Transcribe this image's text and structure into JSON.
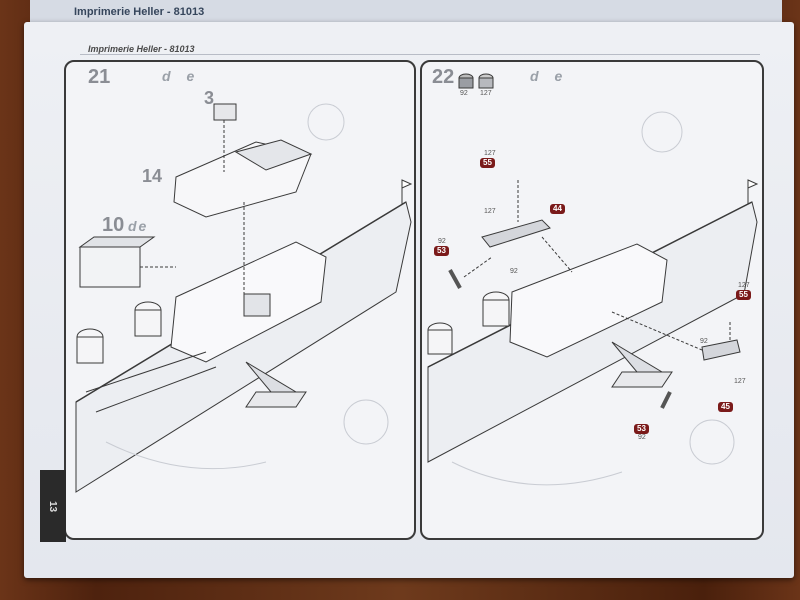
{
  "document": {
    "header_back": "Imprimerie Heller - 81013",
    "header_page": "Imprimerie Heller - 81013",
    "page_number": "13"
  },
  "step21": {
    "number": "21",
    "variants": "d e",
    "callouts": {
      "c3": "3",
      "c14": "14",
      "c10": "10",
      "c10_suffix": "de"
    }
  },
  "step22": {
    "number": "22",
    "variants": "d e",
    "paints": {
      "a": "92",
      "b": "127"
    },
    "labels": {
      "l127a": "127",
      "l55a": "55",
      "l127b": "127",
      "l44": "44",
      "l92a": "92",
      "l53a": "53",
      "l92b": "92",
      "l127c": "127",
      "l55b": "55",
      "l92c": "92",
      "l127d": "127",
      "l45": "45",
      "l53b": "53",
      "l92d": "92"
    }
  }
}
